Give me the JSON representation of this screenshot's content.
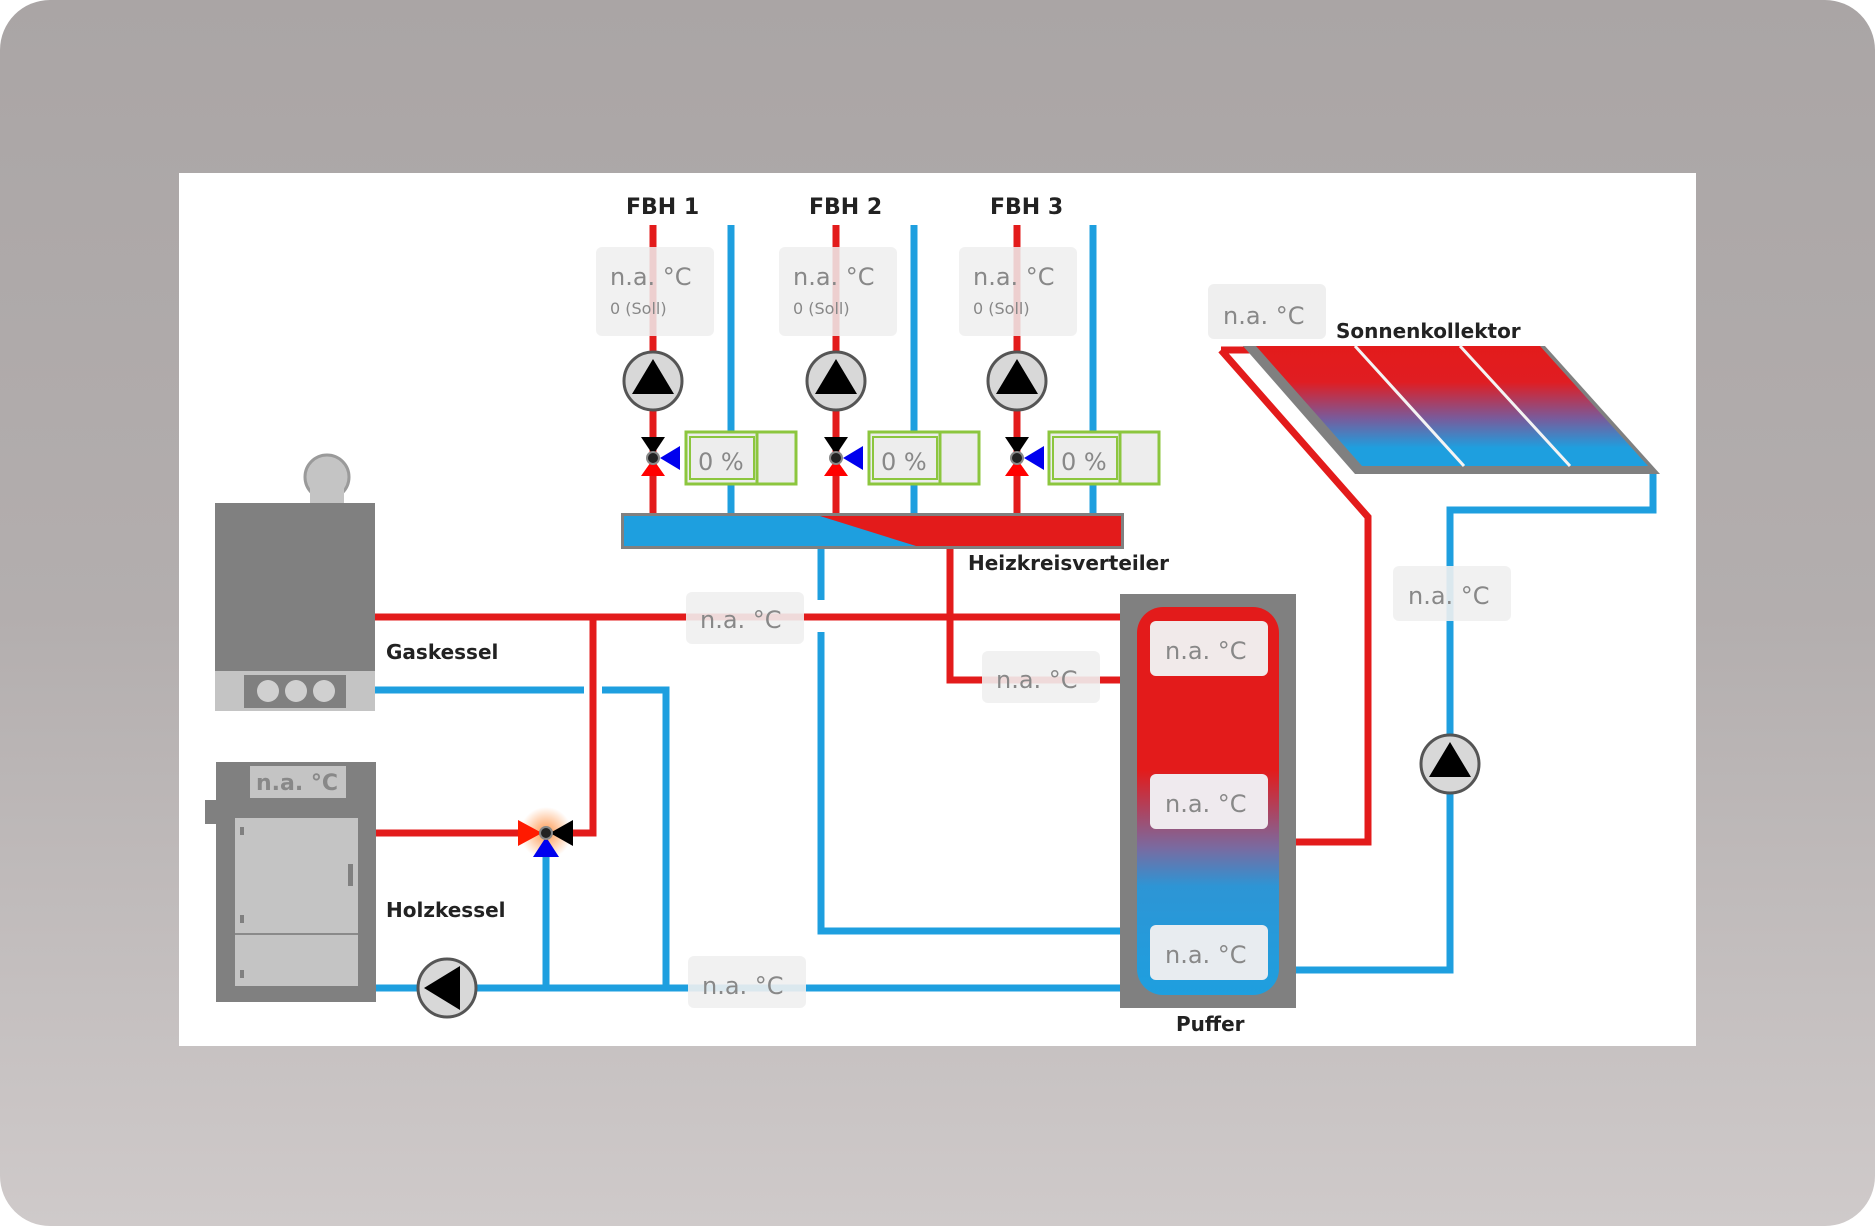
{
  "device": {
    "type": "touch panel",
    "frame_color": "#aaa5a5",
    "screen_color": "#ffffff"
  },
  "colors": {
    "hot": "#e31b1b",
    "cold": "#1e9fdf",
    "housing": "#808080",
    "valve_frame": "#8cc63e",
    "label_bg": "#efefef"
  },
  "heating_circuits": [
    {
      "label": "FBH 1",
      "temperature": "n.a. °C",
      "setpoint": "0  (Soll)",
      "valve_position": "0 %",
      "pump_state": "off"
    },
    {
      "label": "FBH 2",
      "temperature": "n.a. °C",
      "setpoint": "0  (Soll)",
      "valve_position": "0 %",
      "pump_state": "off"
    },
    {
      "label": "FBH 3",
      "temperature": "n.a. °C",
      "setpoint": "0  (Soll)",
      "valve_position": "0 %",
      "pump_state": "off"
    }
  ],
  "distributor": {
    "label": "Heizkreisverteiler"
  },
  "gas_boiler": {
    "label": "Gaskessel"
  },
  "wood_boiler": {
    "label": "Holzkessel",
    "temperature": "n.a. °C"
  },
  "supply_line": {
    "temperature": "n.a. °C"
  },
  "return_line": {
    "temperature": "n.a. °C"
  },
  "buffer_feed": {
    "temperature": "n.a. °C"
  },
  "buffer": {
    "label": "Puffer",
    "top": "n.a. °C",
    "middle": "n.a. °C",
    "bottom": "n.a. °C"
  },
  "solar": {
    "label": "Sonnenkollektor",
    "collector_temperature": "n.a. °C",
    "return_temperature": "n.a. °C"
  }
}
